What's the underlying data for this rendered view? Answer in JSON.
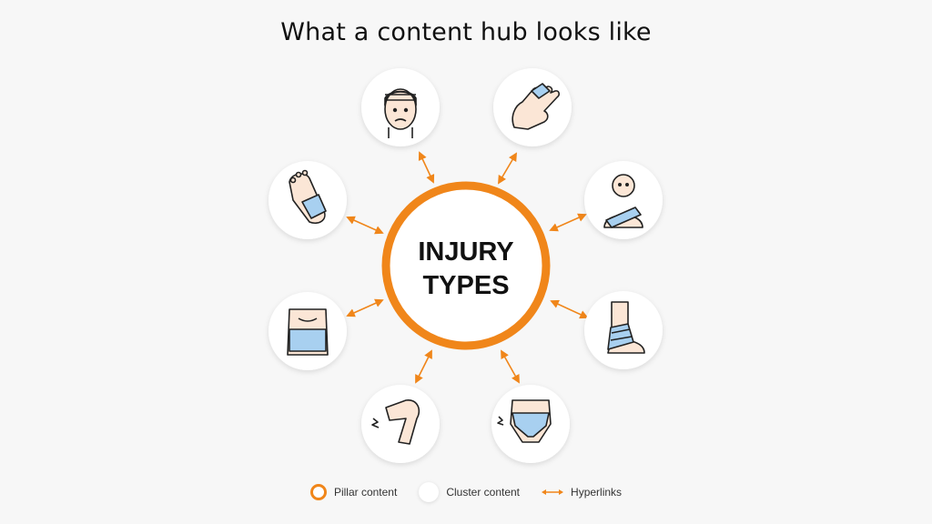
{
  "title": "What a content hub looks like",
  "pillar": {
    "line1": "INJURY",
    "line2": "TYPES"
  },
  "clusters": [
    {
      "icon": "head-bandage-icon"
    },
    {
      "icon": "hand-bandage-icon"
    },
    {
      "icon": "arm-sling-icon"
    },
    {
      "icon": "ankle-wrap-icon"
    },
    {
      "icon": "hip-injury-icon"
    },
    {
      "icon": "knee-injury-icon"
    },
    {
      "icon": "chest-bandage-icon"
    },
    {
      "icon": "foot-bandage-icon"
    }
  ],
  "legend": {
    "pillar_label": "Pillar content",
    "cluster_label": "Cluster content",
    "link_label": "Hyperlinks"
  },
  "colors": {
    "accent": "#f0861a",
    "bandage": "#a8d0f0",
    "skin": "#fbe6d6"
  }
}
